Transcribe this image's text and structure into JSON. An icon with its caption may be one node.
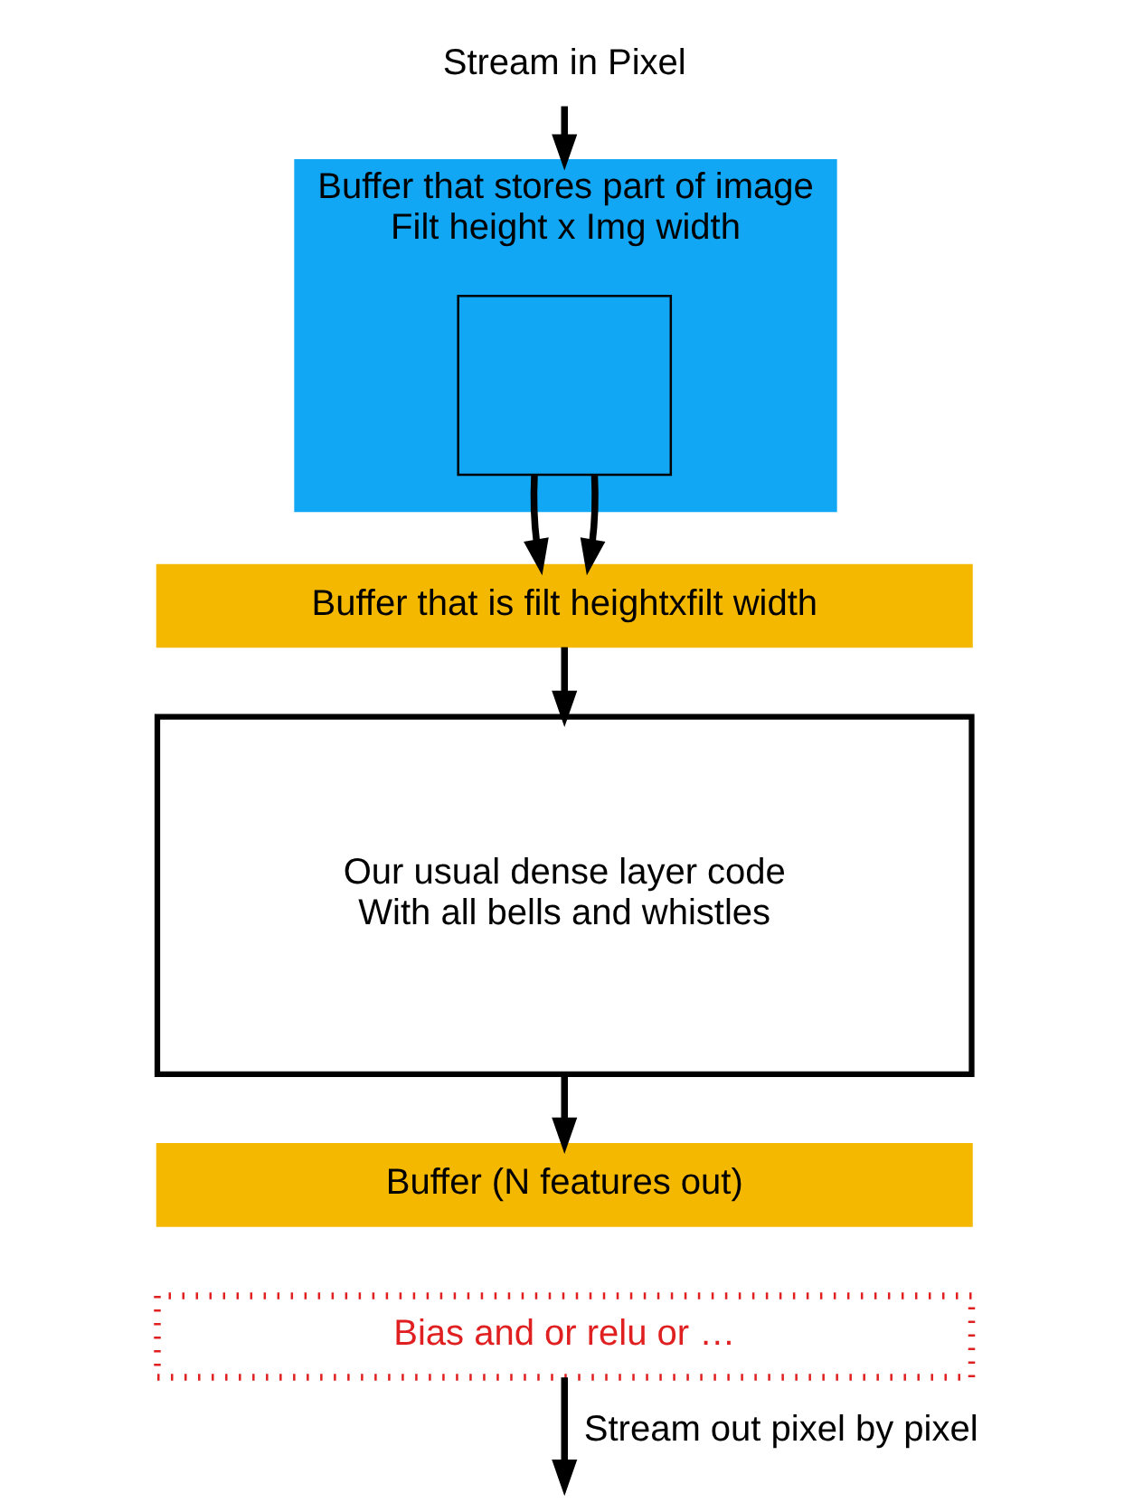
{
  "diagram": {
    "nodes": [
      {
        "text": [
          "Stream in Pixel"
        ]
      },
      {
        "text": [
          "Buffer that stores part of image",
          "Filt height x Img width"
        ]
      },
      {
        "text": [],
        "shape": "box",
        "in": 1
      },
      {
        "text": [
          "Buffer that is filt heightxfilt width"
        ]
      },
      {
        "text": [
          "Our usual dense layer code",
          "With all bells and whistles"
        ]
      },
      {
        "text": [
          "Buffer (N features out)"
        ]
      },
      {
        "text": [
          "Bias and or relu or …"
        ]
      }
    ],
    "edges": [
      {
        "from": 0,
        "to": 1,
        "arrow": "to"
      },
      {
        "from": 2,
        "to": 3,
        "arrow": "to"
      },
      {
        "from": 2,
        "to": 3,
        "arrow": "to"
      },
      {
        "from": 3,
        "to": 4,
        "arrow": "to"
      },
      {
        "from": 4,
        "to": 5,
        "arrow": "to"
      },
      {
        "from": 6,
        "to": null,
        "arrow": "to",
        "label": "Stream out pixel by pixel"
      }
    ]
  }
}
